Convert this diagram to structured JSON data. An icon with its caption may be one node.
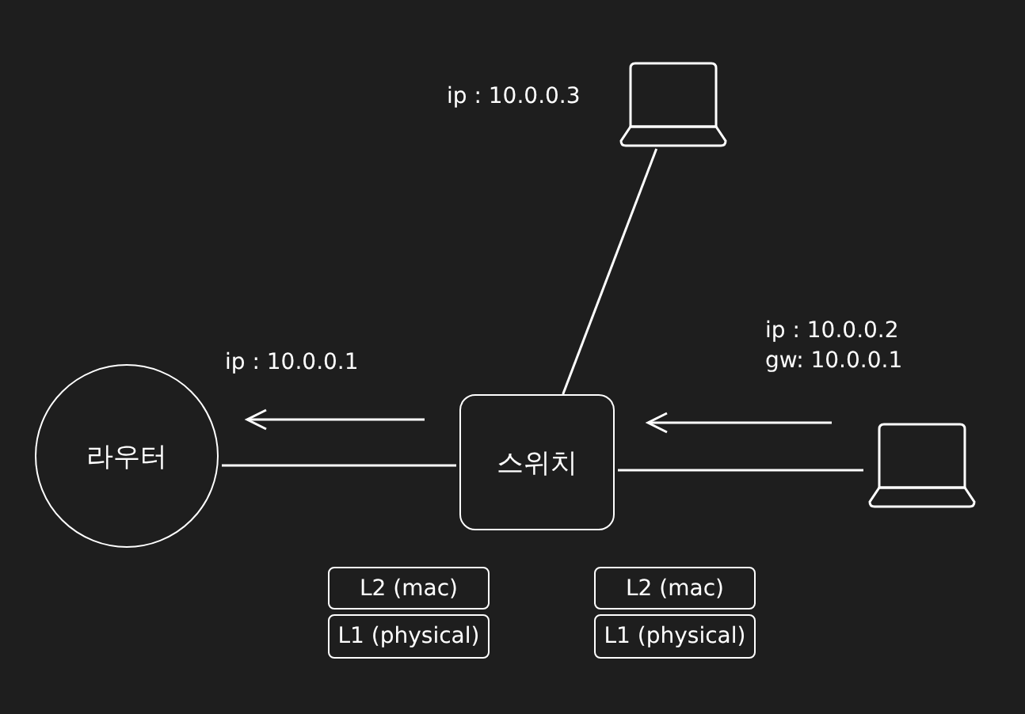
{
  "diagram": {
    "nodes": [
      {
        "text": [],
        "shape": "laptop",
        "beside": [
          "ip : 10.0.0.3"
        ]
      },
      {
        "text": [
          "라우터"
        ],
        "beside": [
          "ip : 10.0.0.1"
        ]
      },
      {
        "text": [
          "스위치"
        ]
      },
      {
        "text": [],
        "shape": "laptop",
        "beside": [
          "ip : 10.0.0.2",
          "gw: 10.0.0.1"
        ]
      },
      {
        "text": [
          "L2 (mac)"
        ]
      },
      {
        "text": [
          "L1 (physical)"
        ]
      },
      {
        "text": [
          "L2 (mac)"
        ]
      },
      {
        "text": [
          "L1 (physical)"
        ]
      }
    ],
    "edges": [
      {
        "from": 0,
        "to": 2,
        "arrow": "none"
      },
      {
        "from": 1,
        "to": 2,
        "arrow": "none"
      },
      {
        "from": 2,
        "to": 3,
        "arrow": "none"
      }
    ]
  }
}
